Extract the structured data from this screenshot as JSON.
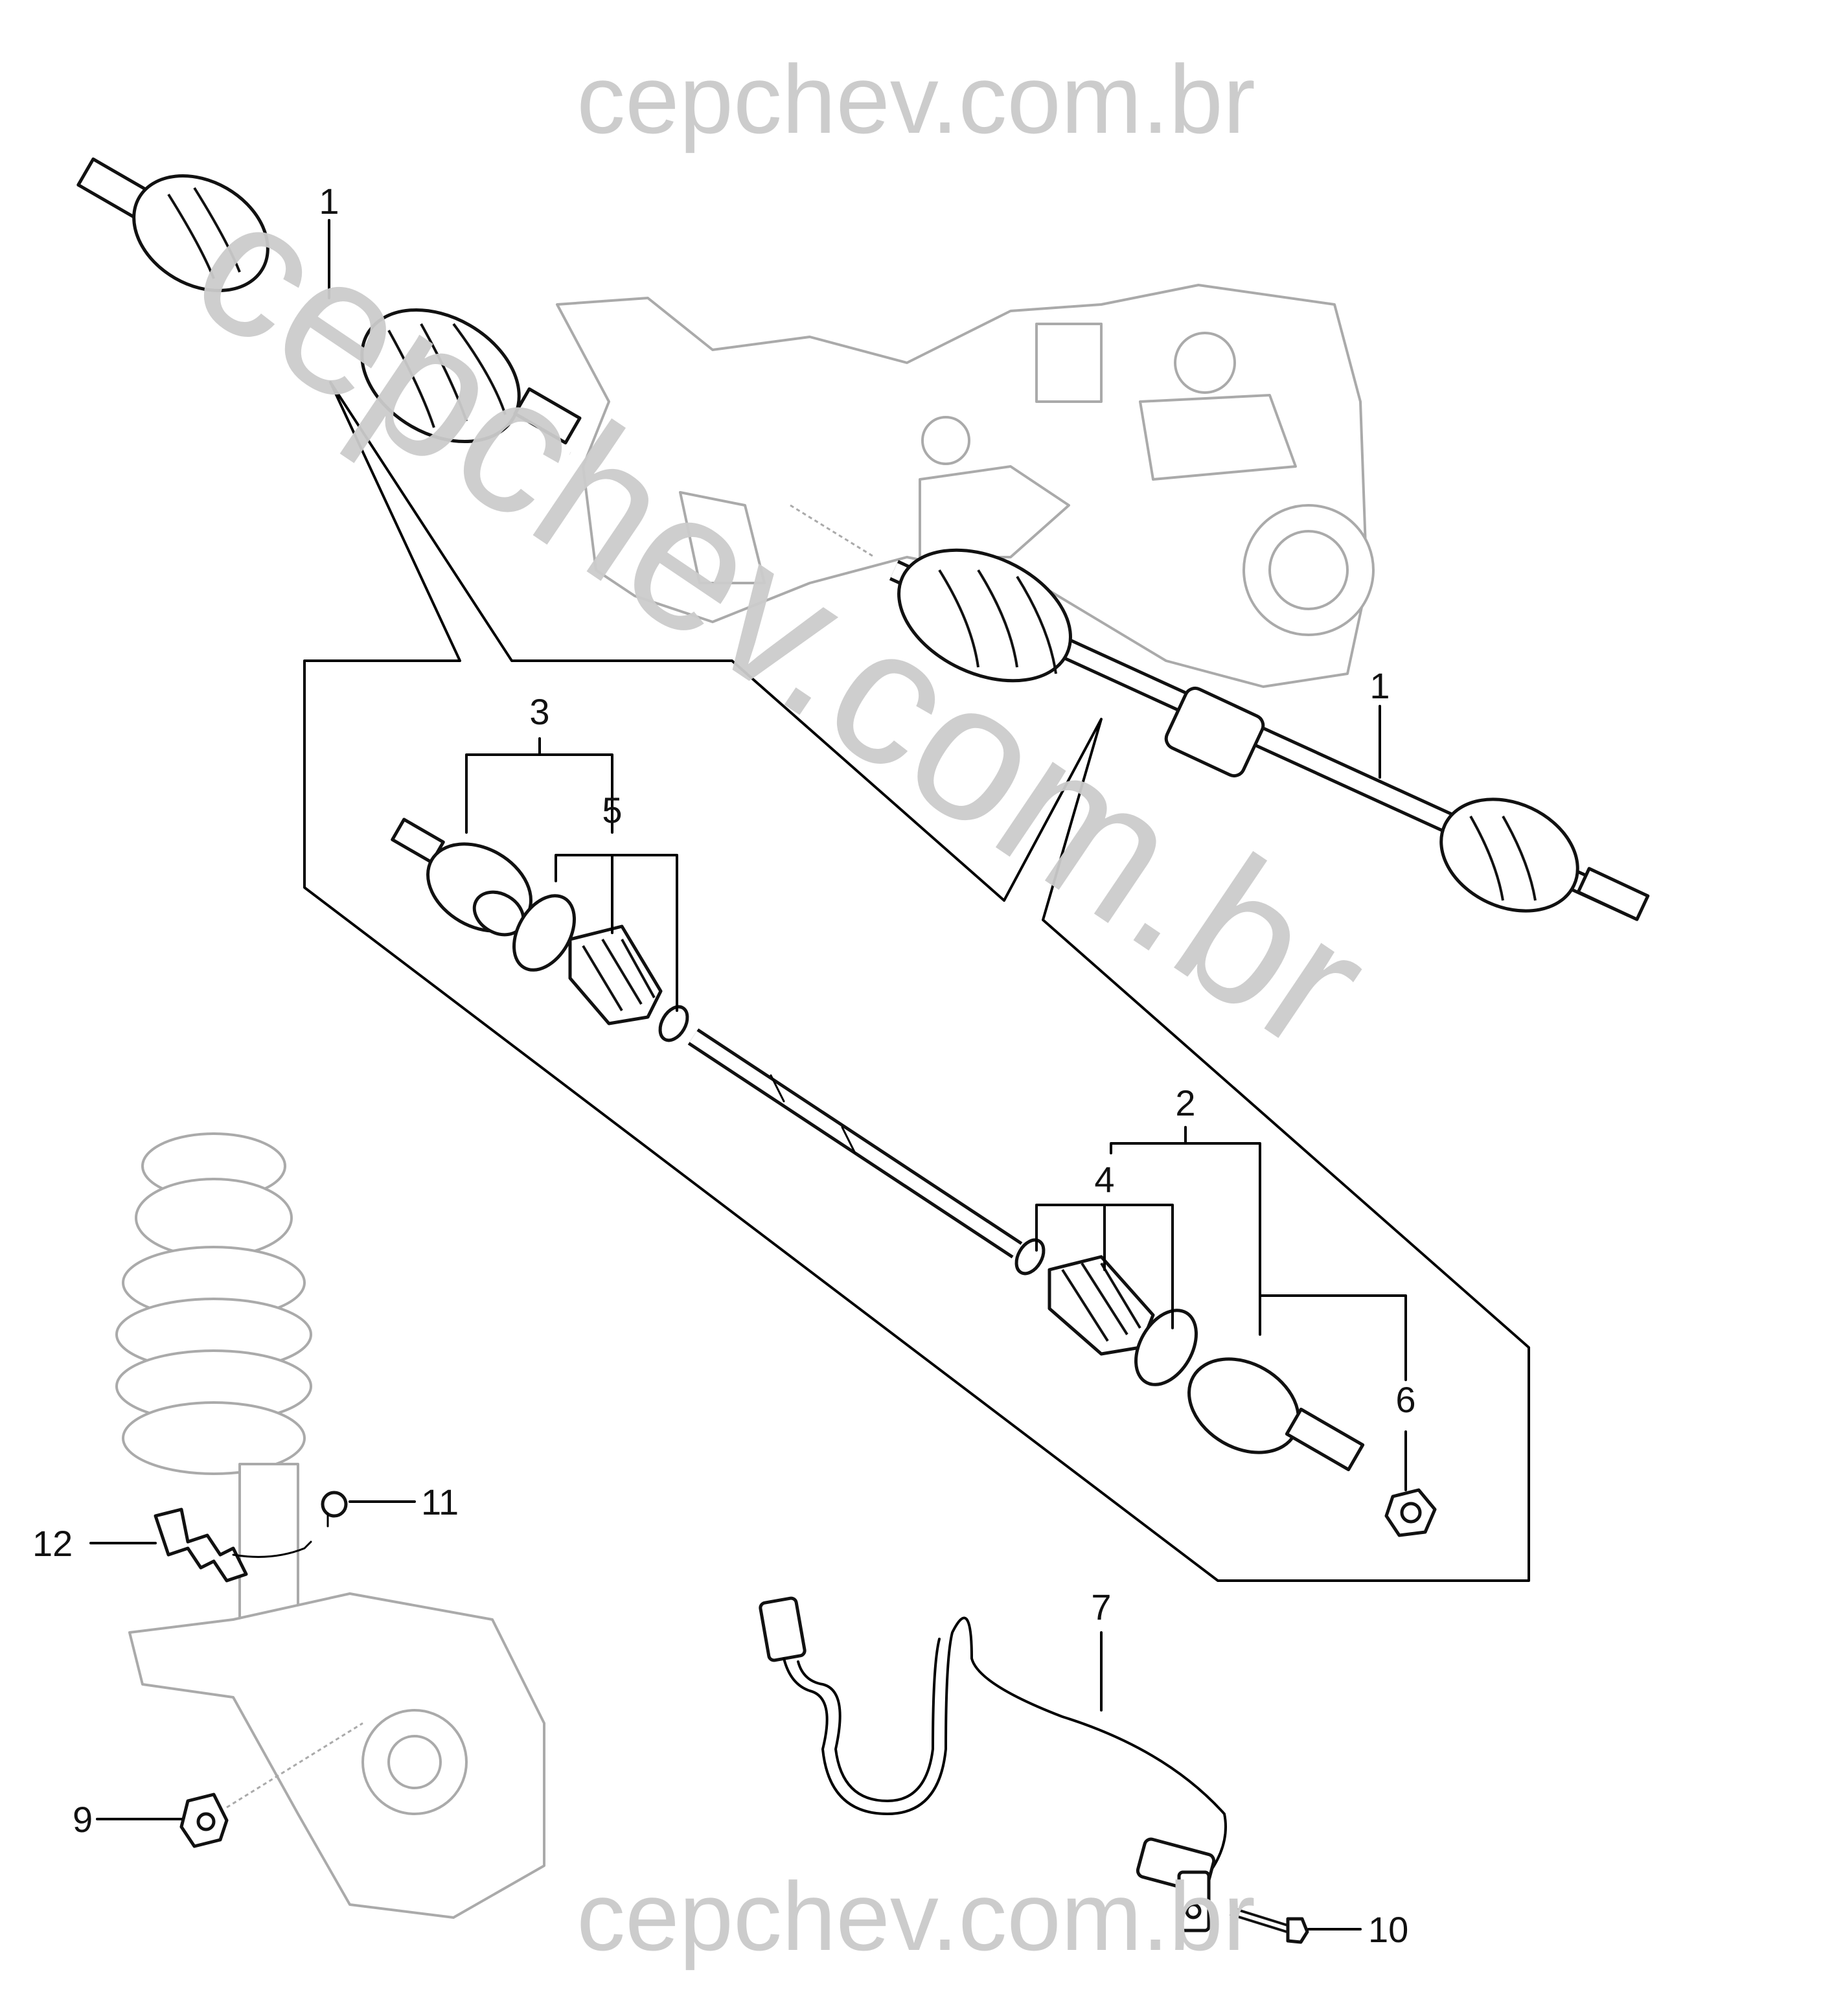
{
  "watermarks": {
    "top": "cepchev.com.br",
    "diagonal": "cepchev.com.br",
    "bottom": "cepchev.com.br"
  },
  "callouts": {
    "c1a": "1",
    "c1b": "1",
    "c2": "2",
    "c3": "3",
    "c4": "4",
    "c5": "5",
    "c6": "6",
    "c7": "7",
    "c9": "9",
    "c10": "10",
    "c11": "11",
    "c12": "12"
  },
  "colors": {
    "watermark": "#cccccc",
    "linework": "#111111",
    "background_component": "#aaaaaa"
  }
}
